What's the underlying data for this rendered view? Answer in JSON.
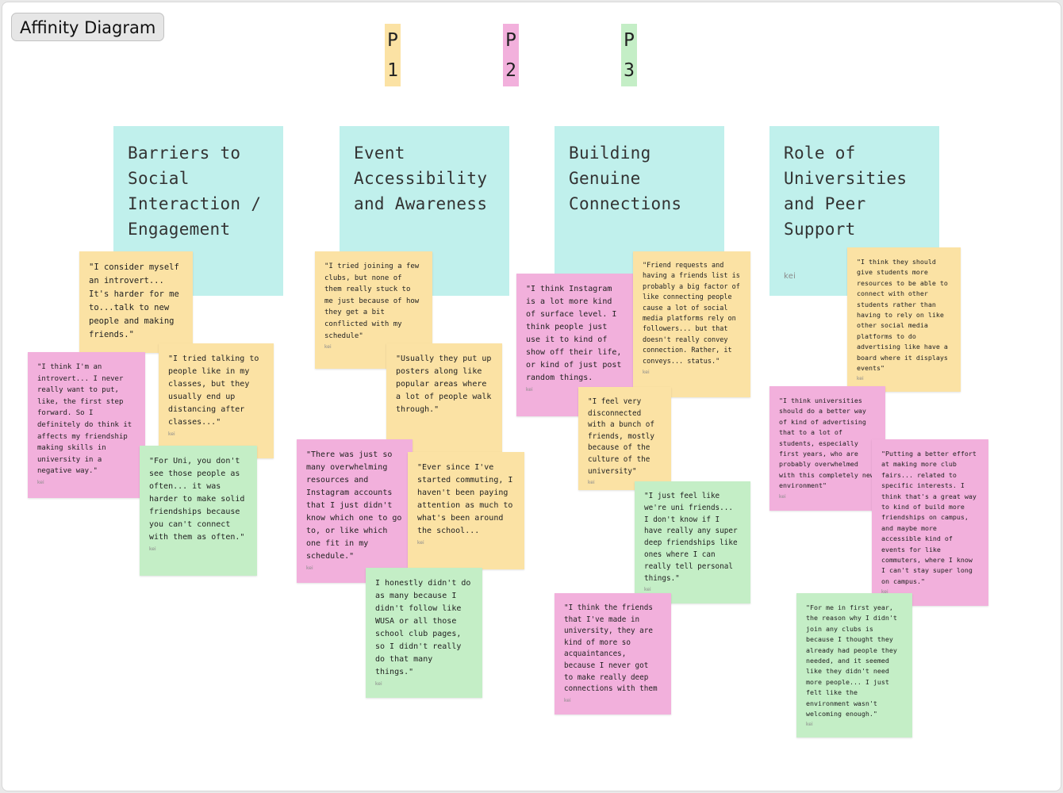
{
  "board": {
    "title": "Affinity Diagram",
    "colors": {
      "p1": "#fbe2a4",
      "p2": "#f2b0dc",
      "p3": "#c4eec6",
      "header": "#c0f0ec"
    }
  },
  "legend": [
    {
      "id": "p1",
      "line1": "P",
      "line2": "1"
    },
    {
      "id": "p2",
      "line1": "P",
      "line2": "2"
    },
    {
      "id": "p3",
      "line1": "P",
      "line2": "3"
    }
  ],
  "headers": [
    {
      "title": "Barriers to Social Interaction / Engagement",
      "author": ""
    },
    {
      "title": "Event Accessibility and Awareness",
      "author": ""
    },
    {
      "title": "Building Genuine Connections",
      "author": ""
    },
    {
      "title": "Role of Universities and Peer Support",
      "author": "kei"
    }
  ],
  "notes": [
    {
      "color": "yellow",
      "author": "kei",
      "text": "\"I consider myself an introvert... It's harder for me to...talk to new people and making friends.\""
    },
    {
      "color": "yellow",
      "author": "kei",
      "text": "\"I tried talking to people like in my classes, but they usually end up distancing after classes...\""
    },
    {
      "color": "pink",
      "author": "kei",
      "text": "\"I think I'm an introvert... I never really want to put, like, the first step forward. So I definitely do think it affects my friendship making skills in university in a negative way.\""
    },
    {
      "color": "green",
      "author": "kei",
      "text": "\"For Uni, you don't see those people as often... it was harder to make solid friendships because you can't connect with them as often.\""
    },
    {
      "color": "yellow",
      "author": "kei",
      "text": "\"I tried joining a few clubs, but none of them really stuck to me just because of how they get a bit conflicted with my schedule\""
    },
    {
      "color": "yellow",
      "author": "kei",
      "text": "\"Usually they put up posters along like popular areas where a lot of people walk through.\""
    },
    {
      "color": "pink",
      "author": "kei",
      "text": "\"There was just so many overwhelming resources and Instagram accounts that I just didn't know which one to go to, or like which one fit in my schedule.\""
    },
    {
      "color": "yellow",
      "author": "kei",
      "text": "\"Ever since I've started commuting, I haven't been paying attention as much to what's been around the school..."
    },
    {
      "color": "green",
      "author": "kei",
      "text": "I honestly didn't do as many because I didn't follow like WUSA or all those school club pages, so I didn't really do that many things.\""
    },
    {
      "color": "pink",
      "author": "kei",
      "text": "\"I think Instagram is a lot more kind of surface level. I think people just use it to kind of show off their life, or kind of just post random things."
    },
    {
      "color": "yellow",
      "author": "kei",
      "text": "\"Friend requests and having a friends list is probably a big factor of like connecting people cause a lot of social media platforms rely on followers... but that doesn't really convey connection. Rather, it conveys... status.\""
    },
    {
      "color": "yellow",
      "author": "kei",
      "text": "\"I feel very disconnected with a bunch of friends, mostly because of the culture of the university\""
    },
    {
      "color": "green",
      "author": "kei",
      "text": "\"I just feel like we're uni friends... I don't know if I have really any super deep friendships like ones where I can really tell personal things.\""
    },
    {
      "color": "pink",
      "author": "kei",
      "text": "\"I think the friends that I've made in university, they are kind of more so acquaintances, because I never got to make really deep connections with them"
    },
    {
      "color": "yellow",
      "author": "kei",
      "text": "\"I think they should give students more resources to be able to connect with other students rather than having to rely on like other social media platforms to do advertising like have a board where it displays events\""
    },
    {
      "color": "pink",
      "author": "kei",
      "text": "\"I think universities should do a better way of kind of advertising that to a lot of students, especially first years, who are probably overwhelmed with this completely new environment\""
    },
    {
      "color": "pink",
      "author": "kei",
      "text": "\"Putting a better effort at making more club fairs... related to specific interests. I think that's a great way to kind of build more friendships on campus, and maybe more accessible kind of events for like commuters, where I know I can't stay super long on campus.\""
    },
    {
      "color": "green",
      "author": "kei",
      "text": "\"For me in first year, the reason why I didn't join any clubs is because I thought they already had people they needed, and it seemed like they didn't need more people... I just felt like the environment wasn't welcoming enough.\""
    }
  ]
}
